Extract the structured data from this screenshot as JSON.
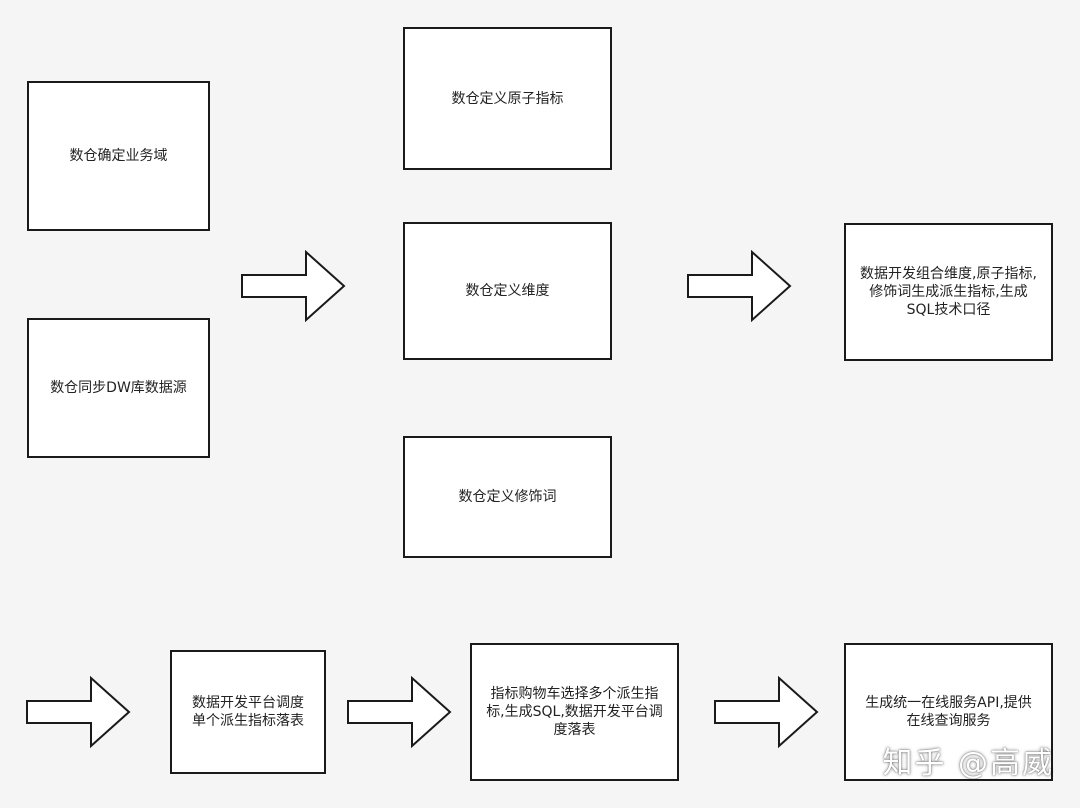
{
  "diagram": {
    "boxes": {
      "business_domain": "数仓确定业务域",
      "sync_source": "数仓同步DW库数据源",
      "atomic_metric": "数仓定义原子指标",
      "dimension": "数仓定义维度",
      "modifier": "数仓定义修饰词",
      "combine": "数据开发组合维度,原子指标,\n修饰词生成派生指标,生成\nSQL技术口径",
      "schedule": "数据开发平台调度\n单个派生指标落表",
      "cart": "指标购物车选择多个派生指\n标,生成SQL,数据开发平台调\n度落表",
      "api": "生成统一在线服务API,提供\n在线查询服务"
    }
  },
  "watermark": "知乎 @高威"
}
